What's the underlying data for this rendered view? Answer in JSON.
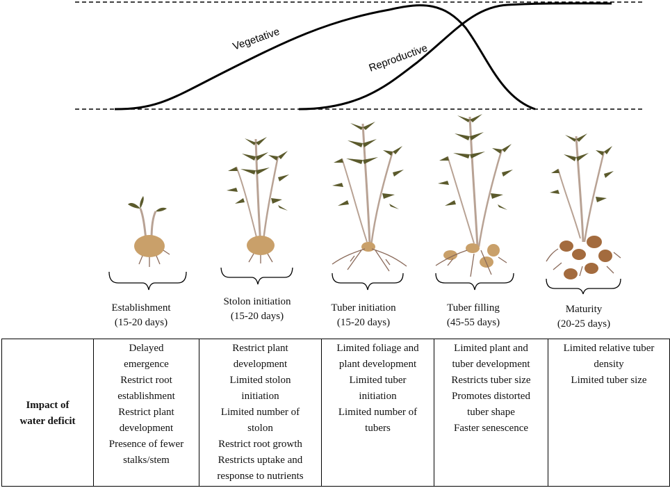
{
  "curves": {
    "vegetative_label": "Vegetative",
    "reproductive_label": "Reproductive"
  },
  "colors": {
    "leaf": "#5b5a2c",
    "stem": "#b8a294",
    "tuber": "#c9a06a",
    "root": "#8a6a5a"
  },
  "stages": [
    {
      "name": "Establishment",
      "duration": "(15-20 days)"
    },
    {
      "name": "Stolon initiation",
      "duration": "(15-20 days)"
    },
    {
      "name": "Tuber initiation",
      "duration": "(15-20 days)"
    },
    {
      "name": "Tuber filling",
      "duration": "(45-55 days)"
    },
    {
      "name": "Maturity",
      "duration": "(20-25 days)"
    }
  ],
  "table": {
    "row_header": [
      "Impact of",
      "water deficit"
    ],
    "cells": [
      [
        "Delayed",
        "emergence",
        "Restrict root",
        "establishment",
        "Restrict plant",
        "development",
        "Presence of fewer",
        "stalks/stem"
      ],
      [
        "Restrict plant",
        "development",
        "Limited stolon",
        "initiation",
        "Limited number of",
        "stolon",
        "Restrict root growth",
        "Restricts uptake and",
        "response to nutrients"
      ],
      [
        "Limited foliage and",
        "plant development",
        "Limited tuber",
        "initiation",
        "Limited number of",
        "tubers"
      ],
      [
        "Limited plant and",
        "tuber development",
        "Restricts tuber size",
        "Promotes distorted",
        "tuber shape",
        "Faster senescence"
      ],
      [
        "Limited relative tuber",
        "density",
        "Limited tuber size"
      ]
    ]
  }
}
